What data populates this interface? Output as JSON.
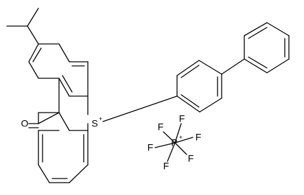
{
  "structure": {
    "atoms": {
      "carbonyl_oxygen": "O",
      "sulfonium": "S",
      "sulfonium_charge": "+",
      "phosphorus": "P",
      "phosphorus_charge": "+",
      "fluorines": [
        "F",
        "F",
        "F",
        "F",
        "F",
        "F"
      ]
    }
  }
}
